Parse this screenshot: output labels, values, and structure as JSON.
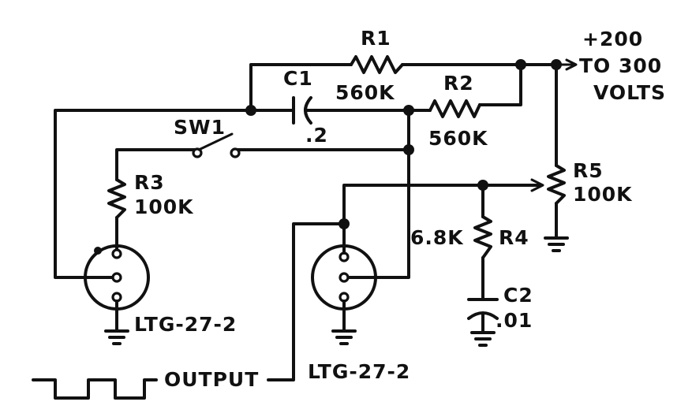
{
  "labels": {
    "r1": "R1",
    "r1_value": "560K",
    "c1": "C1",
    "c1_value": ".2",
    "r2": "R2",
    "r2_value": "560K",
    "supply_line1": "+200",
    "supply_line2": "TO 300",
    "supply_line3": "VOLTS",
    "sw1": "SW1",
    "r3": "R3",
    "r3_value": "100K",
    "r5": "R5",
    "r5_value": "100K",
    "r4": "R4",
    "r4_value": "6.8K",
    "c2": "C2",
    "c2_value": ".01",
    "tube_left": "LTG-27-2",
    "tube_right": "LTG-27-2",
    "output": "OUTPUT"
  }
}
